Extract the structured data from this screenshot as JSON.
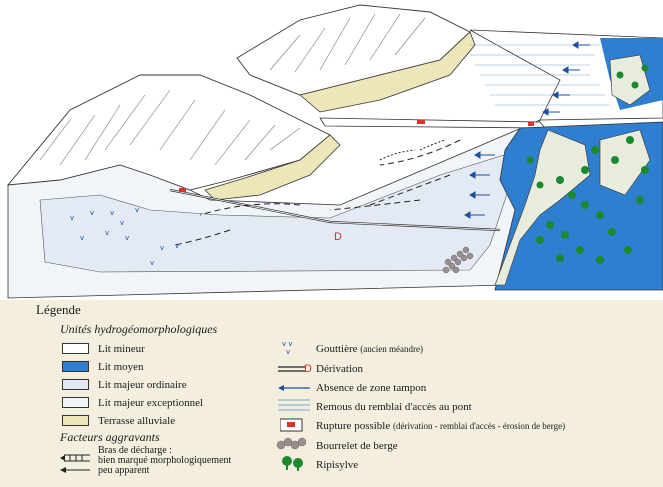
{
  "diagram": {
    "derivation_marker": "D",
    "colors": {
      "lit_mineur": "#ffffff",
      "lit_moyen": "#2f7fd0",
      "lit_majeur_ordinaire": "#e3eaf3",
      "lit_majeur_exceptionnel": "#f1f4f8",
      "terrasse": "#ede6b8",
      "rupture": "#d9342b",
      "ripisylve": "#1b8a2e",
      "arrow": "#1c4fa0"
    }
  },
  "legend": {
    "title": "Légende",
    "section_units": "Unités hydrogéomorphologiques",
    "units": [
      {
        "label": "Lit mineur",
        "color": "#ffffff"
      },
      {
        "label": "Lit moyen",
        "color": "#2f7fd0"
      },
      {
        "label": "Lit majeur ordinaire",
        "color": "#e3eaf3"
      },
      {
        "label": "Lit majeur exceptionnel",
        "color": "#f1f4f8"
      },
      {
        "label": "Terrasse alluviale",
        "color": "#ede6b8"
      }
    ],
    "section_factors": "Facteurs aggravants",
    "bras": {
      "heading": "Bras de décharge :",
      "marked": "bien marqué morphologiquement",
      "faint": "peu apparent"
    },
    "symbols": {
      "gouttiere": {
        "label": "Gouttière",
        "note": "(ancien méandre)"
      },
      "derivation": {
        "code": "D",
        "label": "Dérivation"
      },
      "absence": {
        "label": "Absence de zone tampon"
      },
      "remous": {
        "label": "Remous du remblai d'accès au pont"
      },
      "rupture": {
        "label": "Rupture possible",
        "note": "(dérivation - remblai d'accès - érosion de berge)"
      },
      "bourrelet": {
        "label": "Bourrelet de berge"
      },
      "ripisylve": {
        "label": "Ripisylve"
      }
    }
  }
}
